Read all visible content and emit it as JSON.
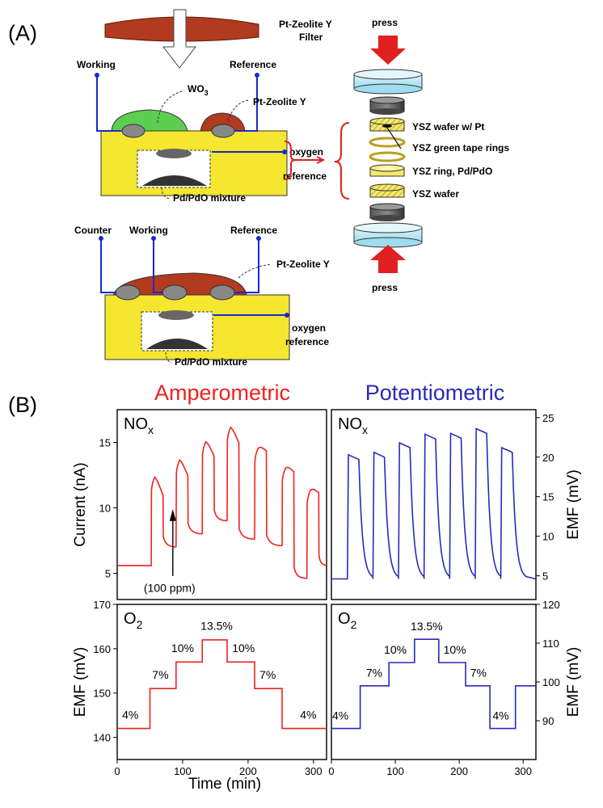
{
  "panel_a": {
    "label": "(A)",
    "filter_label_line1": "Pt-Zeolite Y",
    "filter_label_line2": "Filter",
    "top_sensor": {
      "working": "Working",
      "reference": "Reference",
      "wo3": "WO",
      "wo3_sub": "3",
      "pt_zeolite": "Pt-Zeolite Y",
      "oxygen_ref_line1": "oxygen",
      "oxygen_ref_line2": "reference",
      "pdpdo": "Pd/PdO mixture"
    },
    "bottom_sensor": {
      "counter": "Counter",
      "working": "Working",
      "reference": "Reference",
      "pt_zeolite": "Pt-Zeolite Y",
      "oxygen_ref_line1": "oxygen",
      "oxygen_ref_line2": "reference",
      "pdpdo": "Pd/PdO mixture"
    },
    "stack": {
      "press_top": "press",
      "press_bottom": "press",
      "layer1": "YSZ wafer w/ Pt",
      "layer2": "YSZ green tape rings",
      "layer3": "YSZ ring, Pd/PdO",
      "layer4": "YSZ wafer"
    },
    "colors": {
      "filter": "#b23a1e",
      "sensor_body": "#f5e630",
      "wo3": "#5ccf50",
      "wire": "#1a2bc8",
      "arrow": "#e02020",
      "disk": "#b9e8f5"
    }
  },
  "panel_b": {
    "label": "(B)",
    "title_left": "Amperometric",
    "title_right": "Potentiometric",
    "title_left_color": "#ee2222",
    "title_right_color": "#2a2ab8",
    "xlabel": "Time (min)"
  },
  "chart_data": [
    {
      "type": "line",
      "id": "amp-nox",
      "corner_label": "NO",
      "corner_sub": "x",
      "ylabel": "Current (nA)",
      "xlim": [
        0,
        320
      ],
      "ylim": [
        3,
        17.5
      ],
      "yticks": [
        5,
        10,
        15
      ],
      "annotation": "(100 ppm)",
      "color": "#ee2222",
      "baselines": [
        [
          0,
          5.6
        ],
        [
          52,
          7.0
        ],
        [
          90,
          8.0
        ],
        [
          130,
          9.0
        ],
        [
          168,
          7.6
        ],
        [
          210,
          7.1
        ],
        [
          252,
          4.6
        ],
        [
          290,
          5.6
        ],
        [
          320,
          5.6
        ]
      ],
      "pulses": [
        {
          "x": [
            52,
            70
          ],
          "peak": 12.9,
          "end": 11.0
        },
        {
          "x": [
            90,
            108
          ],
          "peak": 14.2,
          "end": 12.5
        },
        {
          "x": [
            130,
            148
          ],
          "peak": 15.6,
          "end": 14.0
        },
        {
          "x": [
            168,
            186
          ],
          "peak": 16.7,
          "end": 15.0
        },
        {
          "x": [
            210,
            228
          ],
          "peak": 15.1,
          "end": 14.4
        },
        {
          "x": [
            252,
            270
          ],
          "peak": 13.6,
          "end": 12.8
        },
        {
          "x": [
            290,
            308
          ],
          "peak": 11.9,
          "end": 11.2
        }
      ]
    },
    {
      "type": "line",
      "id": "pot-nox",
      "corner_label": "NO",
      "corner_sub": "x",
      "ylabel": "EMF (mV)",
      "xlim": [
        0,
        320
      ],
      "ylim": [
        2,
        26
      ],
      "yticks": [
        5,
        10,
        15,
        20,
        25
      ],
      "color": "#2a2ab8",
      "baseline": 4.6,
      "pulses": [
        {
          "x": [
            25,
            43
          ],
          "peak": 20.3
        },
        {
          "x": [
            65,
            83
          ],
          "peak": 20.6
        },
        {
          "x": [
            105,
            123
          ],
          "peak": 21.8
        },
        {
          "x": [
            145,
            163
          ],
          "peak": 22.9
        },
        {
          "x": [
            185,
            203
          ],
          "peak": 23.0
        },
        {
          "x": [
            225,
            243
          ],
          "peak": 23.6
        },
        {
          "x": [
            265,
            283
          ],
          "peak": 21.2
        }
      ]
    },
    {
      "type": "line",
      "id": "amp-o2",
      "corner_label": "O",
      "corner_sub": "2",
      "ylabel": "EMF (mV)",
      "xlim": [
        0,
        320
      ],
      "ylim": [
        135,
        170
      ],
      "yticks": [
        140,
        150,
        160,
        170
      ],
      "color": "#ee2222",
      "steps": [
        [
          0,
          142
        ],
        [
          50,
          151
        ],
        [
          90,
          157
        ],
        [
          130,
          162
        ],
        [
          168,
          157
        ],
        [
          210,
          151
        ],
        [
          252,
          142
        ],
        [
          320,
          142
        ]
      ],
      "step_labels": [
        {
          "text": "4%",
          "x": 20,
          "y": 143.5
        },
        {
          "text": "7%",
          "x": 66,
          "y": 152.5
        },
        {
          "text": "10%",
          "x": 100,
          "y": 158.5
        },
        {
          "text": "13.5%",
          "x": 152,
          "y": 163.5
        },
        {
          "text": "10%",
          "x": 193,
          "y": 158.5
        },
        {
          "text": "7%",
          "x": 230,
          "y": 152.5
        },
        {
          "text": "4%",
          "x": 292,
          "y": 143.5
        }
      ]
    },
    {
      "type": "line",
      "id": "pot-o2",
      "corner_label": "O",
      "corner_sub": "2",
      "ylabel": "EMF (mV)",
      "xlim": [
        0,
        320
      ],
      "ylim": [
        80,
        120
      ],
      "yticks": [
        90,
        100,
        110,
        120
      ],
      "color": "#2a2ab8",
      "steps": [
        [
          0,
          88
        ],
        [
          45,
          99
        ],
        [
          90,
          105
        ],
        [
          130,
          111
        ],
        [
          168,
          105
        ],
        [
          210,
          99
        ],
        [
          248,
          88
        ],
        [
          288,
          99
        ],
        [
          320,
          99
        ]
      ],
      "step_labels": [
        {
          "text": "4%",
          "x": 14,
          "y": 89.5
        },
        {
          "text": "7%",
          "x": 67,
          "y": 100.5
        },
        {
          "text": "10%",
          "x": 100,
          "y": 106.5
        },
        {
          "text": "13.5%",
          "x": 149,
          "y": 112.5
        },
        {
          "text": "10%",
          "x": 193,
          "y": 106.5
        },
        {
          "text": "7%",
          "x": 230,
          "y": 100.5
        },
        {
          "text": "4%",
          "x": 265,
          "y": 89.5
        }
      ]
    }
  ],
  "x_axis": {
    "ticks": [
      0,
      100,
      200,
      300
    ],
    "labels": [
      "0",
      "100",
      "200",
      "300"
    ]
  }
}
